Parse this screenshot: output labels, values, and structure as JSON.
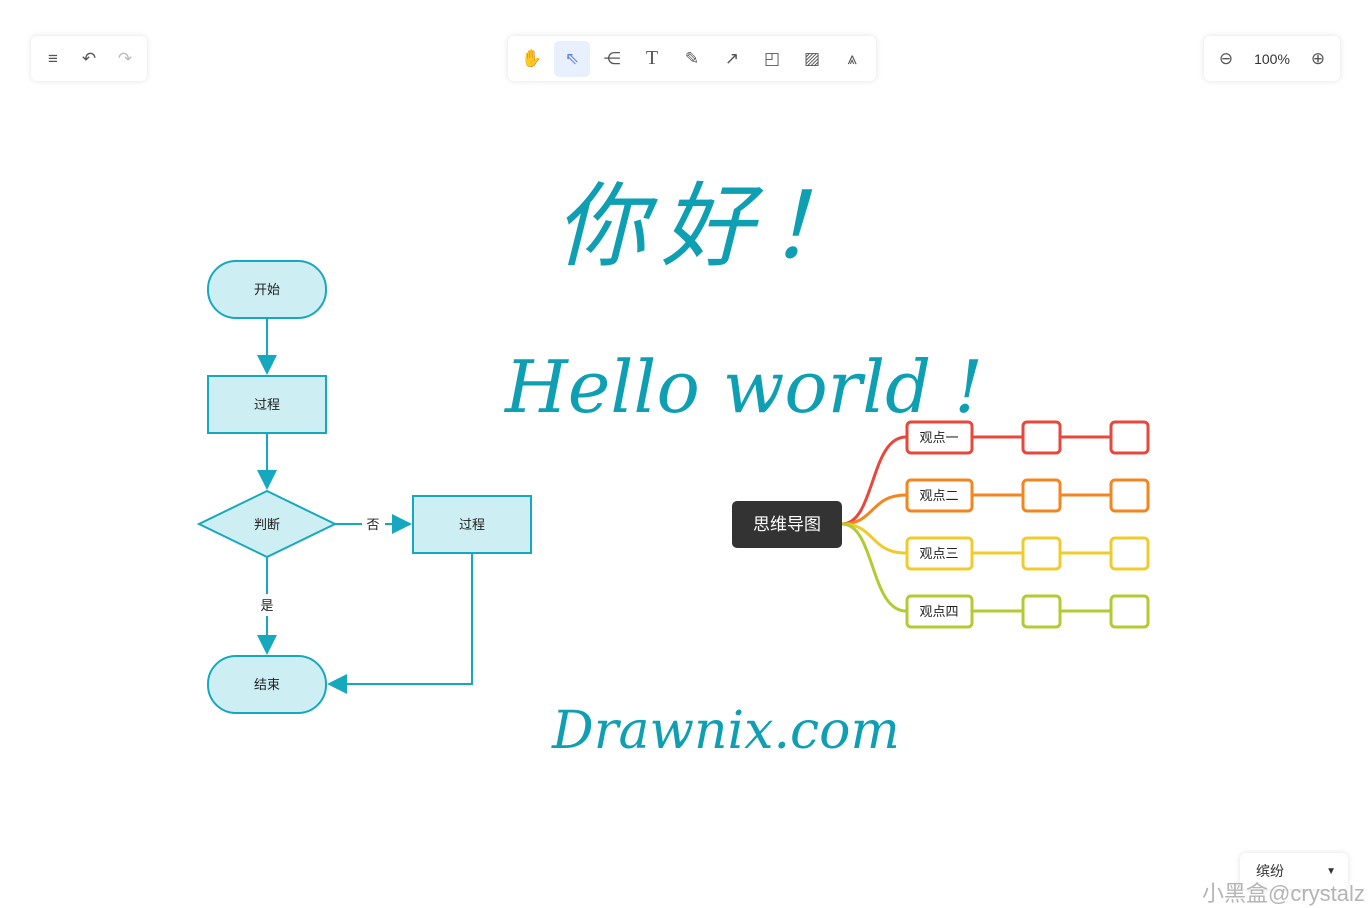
{
  "toolbar_left": {
    "items": [
      {
        "icon": "menu-icon",
        "glyph": "≡"
      },
      {
        "icon": "undo-icon",
        "glyph": "↶"
      },
      {
        "icon": "redo-icon",
        "glyph": "↷"
      }
    ]
  },
  "toolbar_main": {
    "items": [
      {
        "icon": "hand-icon",
        "glyph": "✋"
      },
      {
        "icon": "pointer-icon",
        "glyph": "⇖",
        "active": true
      },
      {
        "icon": "mindmap-icon",
        "glyph": "⋲"
      },
      {
        "icon": "text-icon",
        "glyph": "T"
      },
      {
        "icon": "pencil-icon",
        "glyph": "✎"
      },
      {
        "icon": "arrow-icon",
        "glyph": "↗"
      },
      {
        "icon": "shape-icon",
        "glyph": "◰"
      },
      {
        "icon": "image-icon",
        "glyph": "▨"
      },
      {
        "icon": "extra-tools-icon",
        "glyph": "⩓"
      }
    ]
  },
  "zoom": {
    "value": "100%",
    "out_glyph": "⊖",
    "in_glyph": "⊕"
  },
  "theme": {
    "selected": "缤纷"
  },
  "watermark": "小黑盒@crystalz",
  "colors": {
    "flow_stroke": "#16a8bf",
    "flow_fill": "#cdeef2",
    "ink": "#0e9fb3",
    "mind_root": "#333333",
    "branches": [
      "#e8473b",
      "#f4861f",
      "#f0cb2c",
      "#b3cb30"
    ]
  },
  "handwriting": {
    "line1": "你好！",
    "line2": "Hello world !",
    "line3": "Drawnix.com"
  },
  "flowchart": {
    "start": "开始",
    "process1": "过程",
    "decision": "判断",
    "no": "否",
    "process2": "过程",
    "yes": "是",
    "end": "结束"
  },
  "mindmap": {
    "root": "思维导图",
    "branches": [
      "观点一",
      "观点二",
      "观点三",
      "观点四"
    ]
  }
}
